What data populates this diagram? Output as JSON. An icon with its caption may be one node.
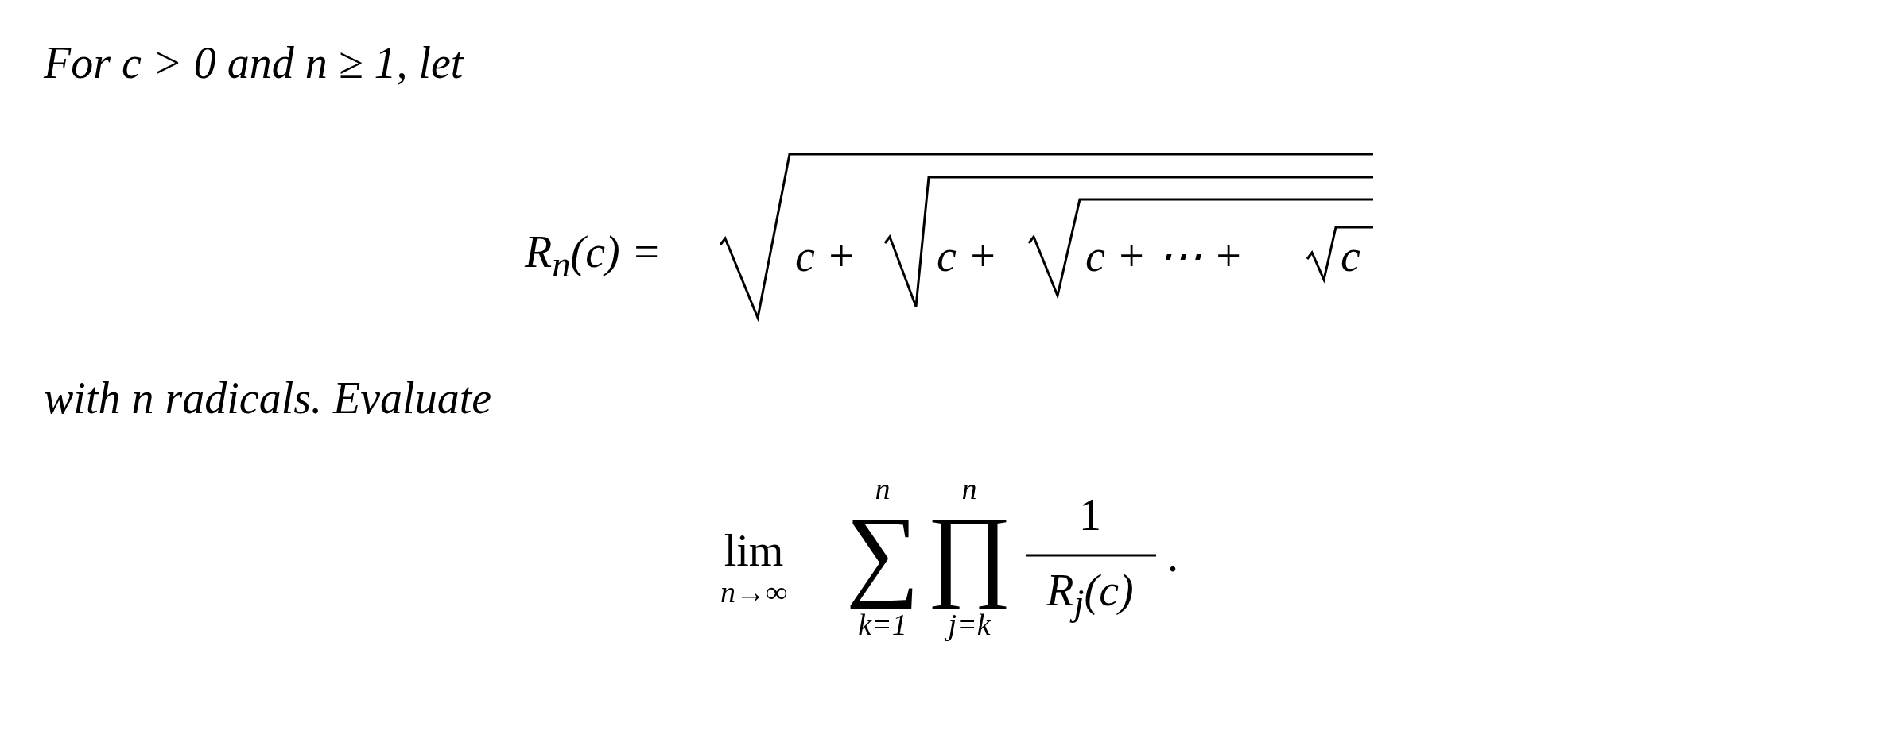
{
  "diagram": {
    "labels": [
      "For c > 0 and n ≥ 1, let",
      "R$_{n}$(c) =",
      "c +",
      "c +",
      "c + ⋯ +",
      "c",
      "with n radicals. Evaluate",
      "lim",
      "n→∞",
      "n",
      "∑",
      "k=1",
      "n",
      "∏",
      "j=k",
      "1",
      "R$_{j}$(c)",
      "."
    ]
  }
}
